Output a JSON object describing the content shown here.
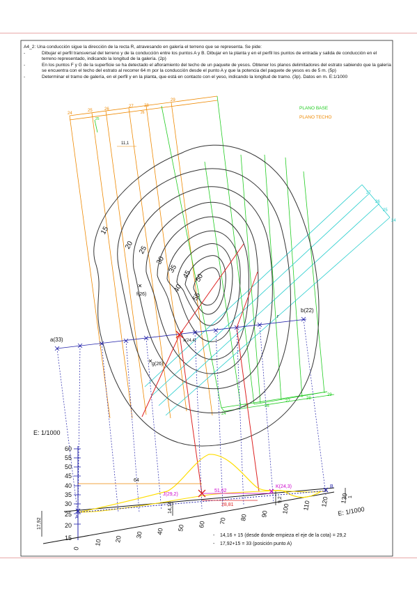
{
  "problem": {
    "code": "A4_2:",
    "intro": "Una conducción sigue la dirección de la recta R, atravesando en galería el terreno que se representa. Se pide:",
    "bullets": [
      "Dibujar el perfil transversal del terreno y de la conducción entre los puntos A y B. Dibujar en la planta y en el perfil los puntos de entrada y salida de conducción en el terreno representado, indicando la longitud de la galería. (2p)",
      "En los puntos F y G de la superficie se ha detectado el afloramiento del techo de un paquete de yesos. Obtener los planos delimitadores del estrato sabiendo que la galería se encuentra con el techo del estrato al recorrer 64 m por la conducción desde el punto A y que la potencia del paquete de yesos es de 5 m. (5p)",
      "Determinar el tramo de galería, en el perfil y en la planta, que está en contacto con el yeso, indicando la longitud de tramo. (3p). Datos en m. E:1/1000"
    ],
    "bullet_mark": "-"
  },
  "legend": {
    "base": "PLANO BASE",
    "techo": "PLANO TECHO"
  },
  "colors": {
    "base": "#22cc22",
    "techo": "#ee8800",
    "cyan": "#22cccc",
    "profile": "#ffdd00",
    "red": "#dd2222",
    "magenta": "#cc00cc",
    "blue": "#2222aa",
    "contour": "#333333"
  },
  "plan": {
    "orange_top_labels": [
      "24",
      "25",
      "26",
      "27",
      "28",
      "29"
    ],
    "orange_inner_labels": [
      "25",
      "26"
    ],
    "orange_dim": "11,1",
    "green_bottom_labels": [
      "24",
      "25",
      "26",
      "27",
      "28",
      "29"
    ],
    "cyan_labels": [
      "27",
      "26",
      "25",
      "24"
    ],
    "contour_labels": [
      "15",
      "20",
      "25",
      "30",
      "35",
      "40",
      "45",
      "50",
      "55"
    ],
    "point_f": "f(26)",
    "point_g": "g(26)",
    "point_a": "a(33)",
    "point_b": "b(22)",
    "point_r": "r",
    "point_x": "x(24,4)"
  },
  "profile": {
    "scale_v": "E: 1/1000",
    "scale_h": "E: 1/1000",
    "y_ticks": [
      "15",
      "20",
      "25",
      "30",
      "35",
      "40",
      "45",
      "50",
      "55",
      "60"
    ],
    "x_ticks": [
      "0",
      "10",
      "20",
      "30",
      "40",
      "50",
      "60",
      "70",
      "80",
      "90",
      "100",
      "110",
      "120",
      "130"
    ],
    "dim_64": "64",
    "dim_5162": "51,62",
    "dim_2881": "28,81",
    "dim_1792": "17,92",
    "dim_1416": "14,16",
    "dim_92": "9,2",
    "dim_1": "1",
    "label_j": "J(29,2)",
    "label_k": "K(24,3)",
    "label_a": "A",
    "label_b": "B",
    "notes": [
      "14,16 + 15 (desde donde empieza el eje de la cota) = 29,2",
      "17,92+15 = 33 (posición punto A)"
    ],
    "note_mark": "-"
  }
}
